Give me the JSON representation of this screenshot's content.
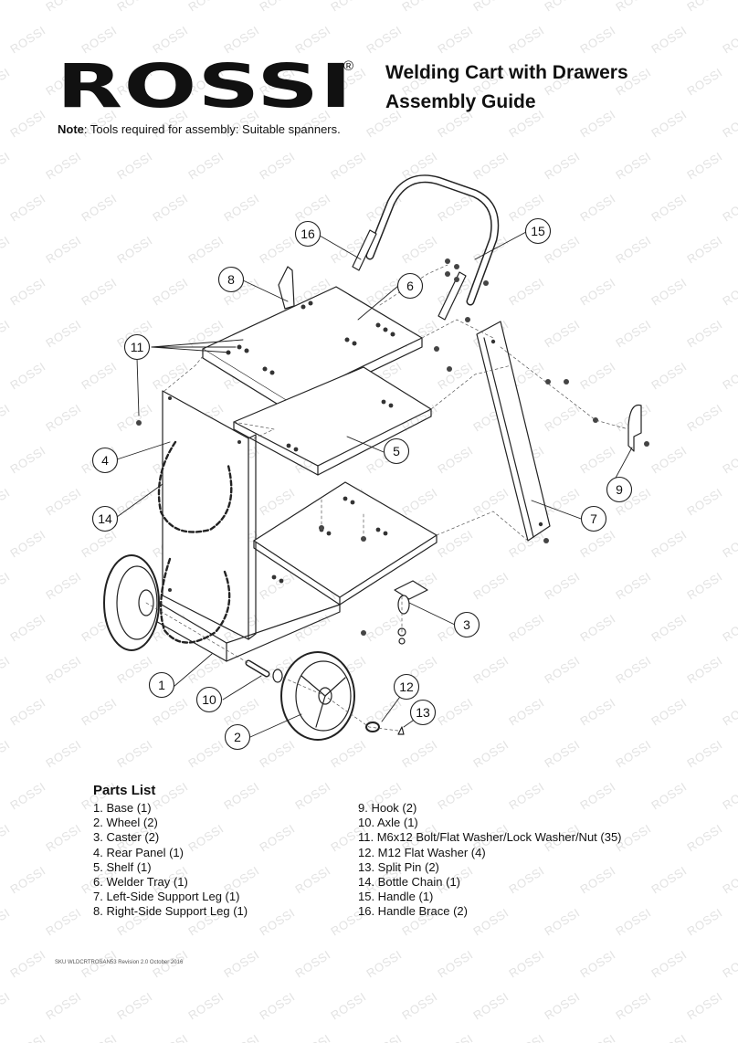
{
  "header": {
    "logo": "ROSSI",
    "registered": "®",
    "title_line1": "Welding Cart with Drawers",
    "title_line2": "Assembly Guide"
  },
  "note": {
    "label": "Note",
    "text": ": Tools required for assembly: Suitable spanners."
  },
  "watermark": "ROSSI",
  "callouts": [
    "16",
    "15",
    "8",
    "6",
    "11",
    "4",
    "5",
    "9",
    "14",
    "7",
    "3",
    "1",
    "10",
    "12",
    "13",
    "2"
  ],
  "parts_title": "Parts List",
  "parts_col1": [
    "1.  Base (1)",
    "2.  Wheel (2)",
    "3.  Caster (2)",
    "4.  Rear Panel (1)",
    "5.  Shelf (1)",
    "6.  Welder Tray (1)",
    "7.  Left-Side Support Leg (1)",
    "8.  Right-Side Support Leg (1)"
  ],
  "parts_col2": [
    "9.  Hook (2)",
    "10.  Axle (1)",
    "11.  M6x12 Bolt/Flat Washer/Lock Washer/Nut (35)",
    "12.  M12 Flat Washer (4)",
    "13.  Split Pin (2)",
    "14.  Bottle Chain (1)",
    "15.  Handle (1)",
    "16.  Handle Brace (2)"
  ],
  "footer": "SKU WLDCRTROSAN53 Revision 2.0 October 2016"
}
